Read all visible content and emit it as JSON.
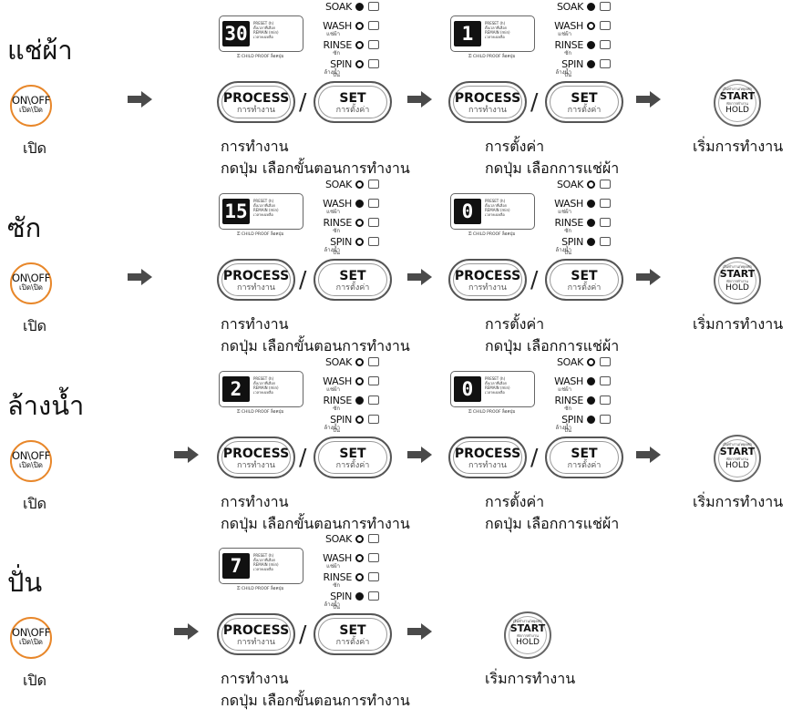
{
  "colors": {
    "onoff_ring": "#e8872a",
    "arrow": "#4a4a4a",
    "led_on": "#111111"
  },
  "labels": {
    "onoff_en": "ON\\OFF",
    "onoff_th": "เปิด\\ปิด",
    "open": "เปิด",
    "process": "PROCESS",
    "process_th": "การทำงาน",
    "set": "SET",
    "set_th": "การตั้งค่า",
    "slash": "/",
    "cap_process_1": "การทำงาน",
    "cap_process_2": "กดปุ่ม เลือกขั้นตอนการทำงาน",
    "cap_set_1": "การตั้งค่า",
    "cap_set_2": "กดปุ่ม เลือกการแช่ผ้า",
    "cap_start": "เริ่มการทำงาน",
    "start_top": "เริ่มทำงาน/หยุดพัก",
    "start": "START",
    "start_mid": "พักการทำงาน",
    "hold": "HOLD",
    "display_text": "PRESET (h)\nตั้งเวลาที่เลือก\nREMAIN (min)\nเวลาคงเหลือ",
    "child_proof": "⚿ CHILD PROOF  ล็อคปุ่ม",
    "modes_en": [
      "SOAK",
      "WASH",
      "RINSE",
      "SPIN"
    ],
    "modes_th": [
      "แช่ผ้า",
      "ซัก",
      "ล้างน้ำ",
      "ปั่น"
    ],
    "mode_icons": [
      "soak-icon",
      "wash-icon",
      "rinse-icon",
      "spin-icon"
    ]
  },
  "rows": [
    {
      "title": "แช่ผ้า",
      "process_digits": "30",
      "process_leds": [
        true,
        false,
        false,
        false
      ],
      "set_digits": "1",
      "set_leds": [
        true,
        false,
        true,
        true
      ]
    },
    {
      "title": "ซัก",
      "process_digits": "15",
      "process_leds": [
        false,
        true,
        false,
        false
      ],
      "set_digits": "0",
      "set_leds": [
        false,
        true,
        true,
        true
      ]
    },
    {
      "title": "ล้างน้ำ",
      "process_digits": "2",
      "process_leds": [
        false,
        false,
        true,
        false
      ],
      "set_digits": "0",
      "set_leds": [
        false,
        true,
        true,
        true
      ]
    },
    {
      "title": "ปั่น",
      "process_digits": "7",
      "process_leds": [
        false,
        false,
        false,
        true
      ]
    }
  ]
}
